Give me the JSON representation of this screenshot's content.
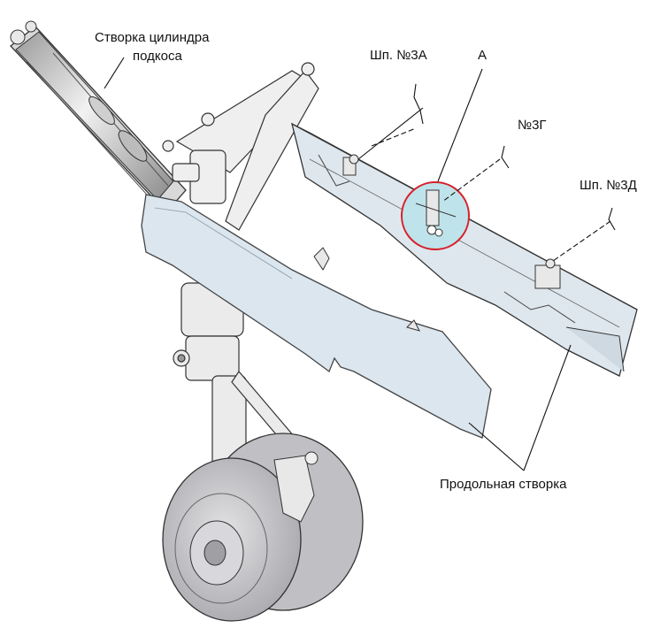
{
  "labels": {
    "strut_door_line1": "Створка цилиндра",
    "strut_door_line2": "подкоса",
    "bolt_3a": "Шп. №3А",
    "detail_a": "А",
    "bolt_3g": "№3Г",
    "bolt_3d": "Шп. №3Д",
    "long_door": "Продольная створка"
  },
  "colors": {
    "door_fill": "#dbe6ef",
    "door_stroke": "#444444",
    "callout_circle": "#d6212b",
    "callout_fill": "#bfe3ea",
    "tire": "#c8c8cc",
    "metal": "#e6e6e6"
  }
}
